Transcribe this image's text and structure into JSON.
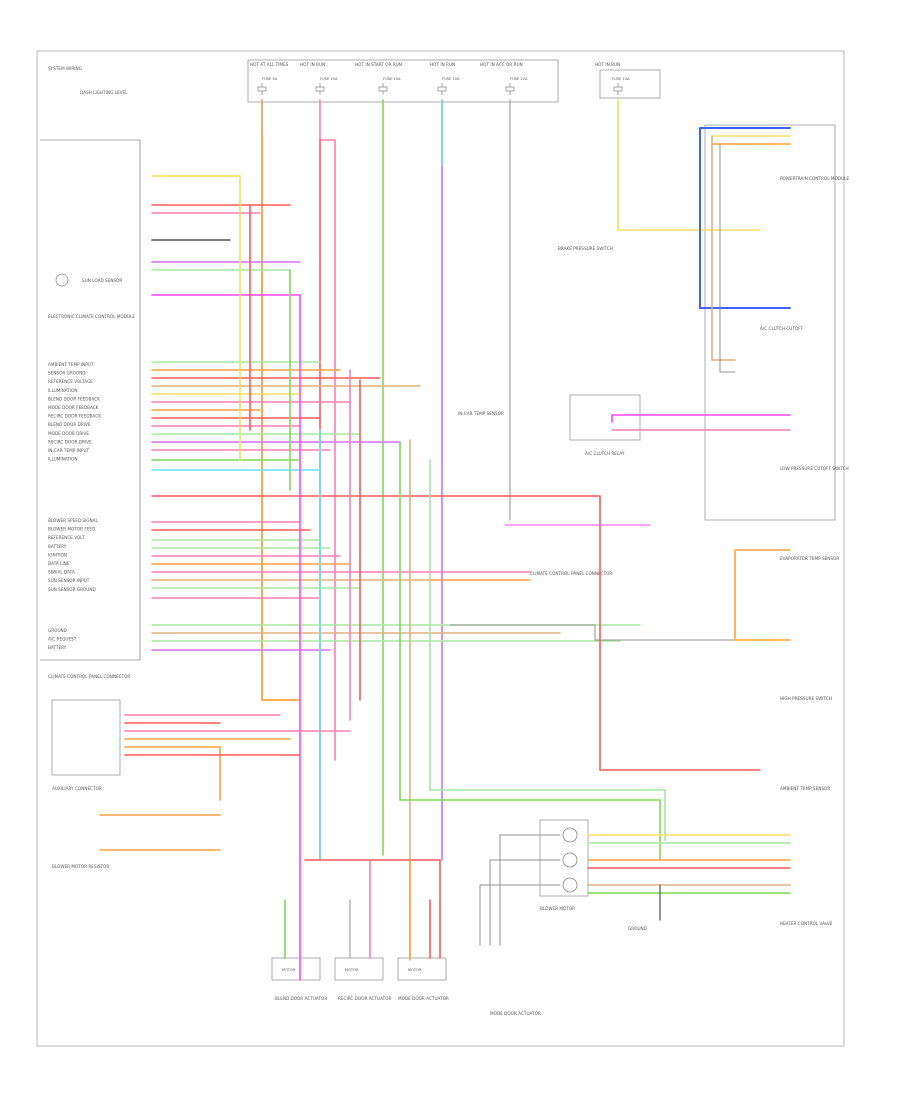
{
  "corner_label": "SYSTEM WIRING",
  "page_id": "",
  "fuses": [
    {
      "label": "HOT AT ALL TIMES",
      "fuse": "FUSE 5A"
    },
    {
      "label": "HOT IN RUN",
      "fuse": "FUSE 10A"
    },
    {
      "label": "HOT IN START OR RUN",
      "fuse": "FUSE 15A"
    },
    {
      "label": "HOT IN RUN",
      "fuse": "FUSE 10A"
    },
    {
      "label": "HOT IN ACC OR RUN",
      "fuse": "FUSE 20A"
    },
    {
      "label": "HOT IN RUN",
      "fuse": "FUSE 10A"
    }
  ],
  "components": {
    "dash_lamp": "DASH LIGHTING LEVEL",
    "ecm_left": "ELECTRONIC CLIMATE CONTROL MODULE",
    "aux_connector": "AUXILIARY CONNECTOR",
    "sensor_top_right": "POWERTRAIN CONTROL MODULE",
    "brake_switch": "BRAKE PRESSURE SWITCH",
    "a_c_switch": "A/C CLUTCH CUTOFF",
    "low_pressure": "LOW PRESSURE CUTOFF SWITCH",
    "evap_sensor": "EVAPORATOR TEMP SENSOR",
    "high_pressure": "HIGH PRESSURE SWITCH",
    "heater_valve": "HEATER CONTROL VALVE",
    "relay_box": "A/C CLUTCH RELAY",
    "blend_door": "BLEND DOOR ACTUATOR",
    "recirc_door": "RECIRC DOOR ACTUATOR",
    "mode_door": "MODE DOOR ACTUATOR",
    "blower_motor": "BLOWER MOTOR",
    "blower_resistor": "BLOWER MOTOR RESISTOR",
    "ambient_sensor": "AMBIENT TEMP SENSOR",
    "sun_sensor": "SUN LOAD SENSOR",
    "in_car_sensor": "IN-CAR TEMP SENSOR",
    "ground": "GROUND",
    "bottom_left_motor": "MOTOR",
    "bottom_mid_motor": "MOTOR",
    "bottom_right_motor": "MOTOR",
    "pin_block_title": "CLIMATE CONTROL PANEL CONNECTOR"
  },
  "left_pins": [
    "AMBIENT TEMP INPUT",
    "SENSOR GROUND",
    "REFERENCE VOLTAGE",
    "ILLUMINATION",
    "BLEND DOOR FEEDBACK",
    "MODE DOOR FEEDBACK",
    "RECIRC DOOR FEEDBACK",
    "BLEND DOOR DRIVE",
    "MODE DOOR DRIVE",
    "RECIRC DOOR DRIVE",
    "IN-CAR TEMP INPUT",
    "ILLUMINATION"
  ],
  "left_pins_lower": [
    "BLOWER SPEED SIGNAL",
    "BLOWER MOTOR FEED",
    "REFERENCE VOLT",
    "BATTERY",
    "IGNITION",
    "DATA LINE",
    "SERIAL DATA",
    "SUN SENSOR INPUT",
    "SUN SENSOR GROUND"
  ],
  "left_pins_bottom": [
    "GROUND",
    "A/C REQUEST",
    "BATTERY"
  ],
  "legend": {
    "colors": {
      "pink": "#ff7fb0",
      "red": "#ff5a5a",
      "orange": "#ffa040",
      "yellow": "#f0e060",
      "green": "#7ed957",
      "lightgreen": "#a8e6a1",
      "cyan": "#66e0ff",
      "blue": "#4060ff",
      "magenta": "#ff44ff",
      "violet": "#d070ff",
      "tan": "#e0b080",
      "gray": "#909090",
      "black": "#555555"
    }
  }
}
